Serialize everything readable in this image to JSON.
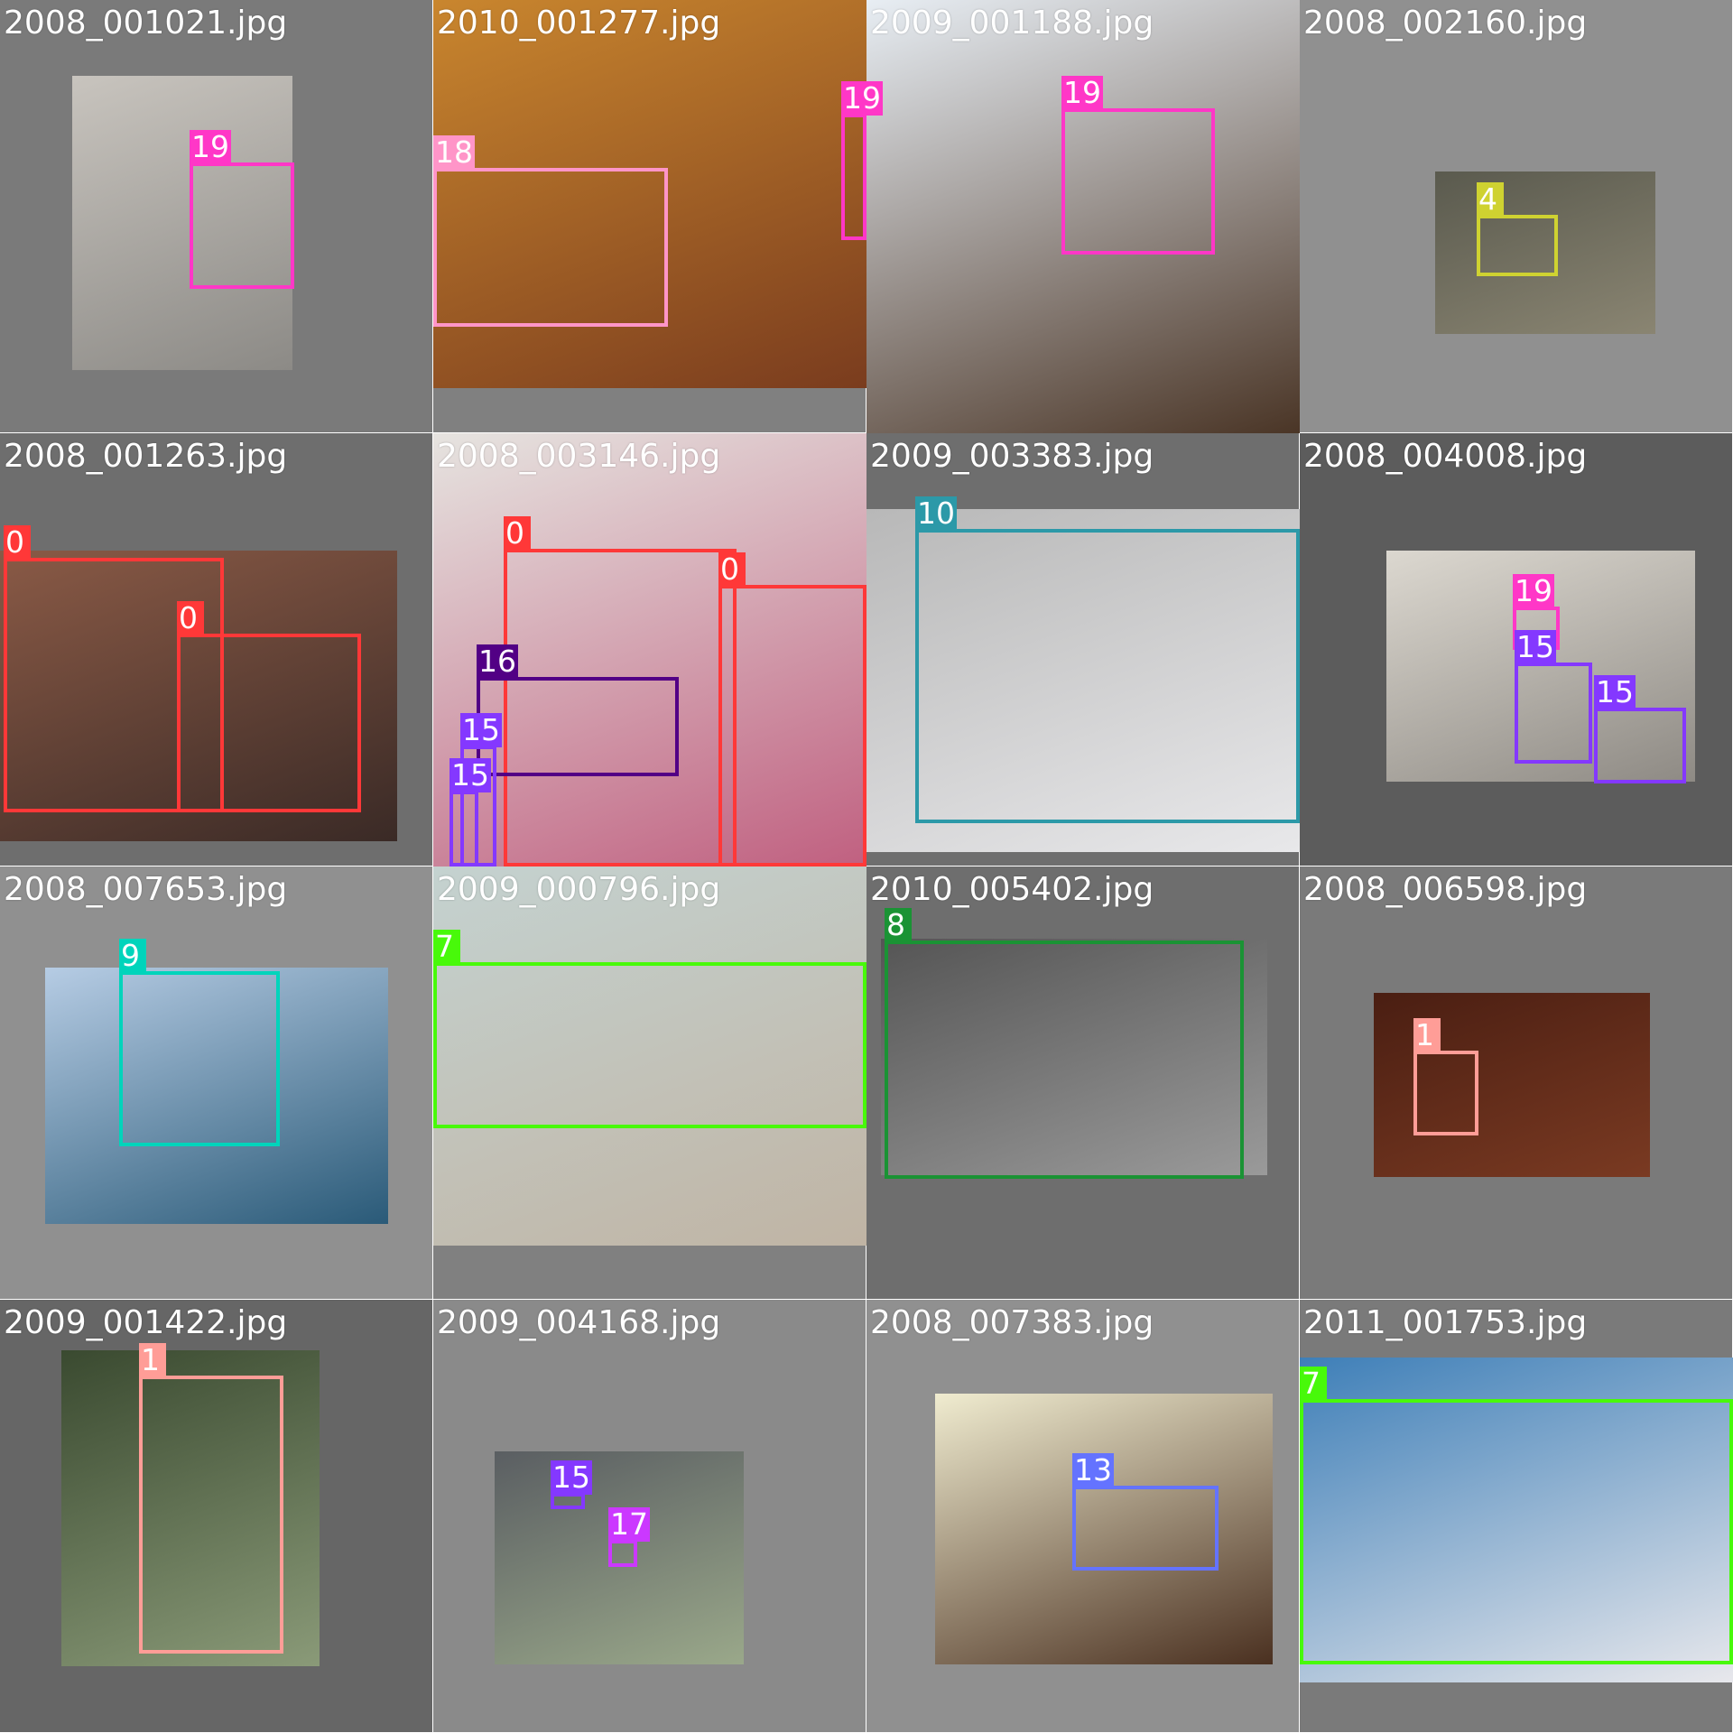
{
  "class_colors": {
    "0": "#ff3838",
    "1": "#ff9d97",
    "4": "#cfd231",
    "7": "#48f90a",
    "8": "#1a9334",
    "9": "#00d4bb",
    "10": "#2c99a8",
    "13": "#6473ff",
    "15": "#8438ff",
    "16": "#520085",
    "17": "#cb38ff",
    "18": "#ff95c8",
    "19": "#ff37c7"
  },
  "tiles": [
    {
      "filename": "2008_001021.jpg",
      "background": "#7a7a7a",
      "photo_colors": [
        "#c8c4be",
        "#8c8a86"
      ],
      "objects": [
        {
          "cls": "19",
          "label": "19"
        }
      ]
    },
    {
      "filename": "2010_001277.jpg",
      "background": "#808080",
      "photo_colors": [
        "#c9862e",
        "#7a3c1e"
      ],
      "objects": [
        {
          "cls": "18",
          "label": "18"
        },
        {
          "cls": "19",
          "label": "19"
        }
      ]
    },
    {
      "filename": "2009_001188.jpg",
      "background": "#7a7a7a",
      "photo_colors": [
        "#e8eef4",
        "#4a3526"
      ],
      "objects": [
        {
          "cls": "19",
          "label": "19"
        }
      ]
    },
    {
      "filename": "2008_002160.jpg",
      "background": "#909090",
      "photo_colors": [
        "#5a5a4e",
        "#8a8572"
      ],
      "objects": [
        {
          "cls": "4",
          "label": "4"
        }
      ]
    },
    {
      "filename": "2008_001263.jpg",
      "background": "#6e6e6e",
      "photo_colors": [
        "#8a5a46",
        "#3a2a26"
      ],
      "objects": [
        {
          "cls": "0",
          "label": "0"
        },
        {
          "cls": "0",
          "label": "0"
        }
      ]
    },
    {
      "filename": "2008_003146.jpg",
      "background": "#7a7a7a",
      "photo_colors": [
        "#e6e4e0",
        "#c06080"
      ],
      "objects": [
        {
          "cls": "0",
          "label": "0"
        },
        {
          "cls": "0",
          "label": "0"
        },
        {
          "cls": "16",
          "label": "16"
        },
        {
          "cls": "15",
          "label": "15"
        },
        {
          "cls": "15",
          "label": "15"
        }
      ]
    },
    {
      "filename": "2009_003383.jpg",
      "background": "#6e6e6e",
      "photo_colors": [
        "#b8b8b8",
        "#e8e8ea"
      ],
      "objects": [
        {
          "cls": "10",
          "label": "10"
        }
      ]
    },
    {
      "filename": "2008_004008.jpg",
      "background": "#5c5c5c",
      "photo_colors": [
        "#dcd8d0",
        "#8e8a84"
      ],
      "objects": [
        {
          "cls": "19",
          "label": "19"
        },
        {
          "cls": "15",
          "label": "15"
        },
        {
          "cls": "15",
          "label": "15"
        }
      ]
    },
    {
      "filename": "2008_007653.jpg",
      "background": "#909090",
      "photo_colors": [
        "#b6cce4",
        "#2a5a78"
      ],
      "objects": [
        {
          "cls": "9",
          "label": "9"
        }
      ]
    },
    {
      "filename": "2009_000796.jpg",
      "background": "#808080",
      "photo_colors": [
        "#c4d2d0",
        "#c0b4a4"
      ],
      "objects": [
        {
          "cls": "7",
          "label": "7"
        }
      ]
    },
    {
      "filename": "2010_005402.jpg",
      "background": "#6e6e6e",
      "photo_colors": [
        "#555555",
        "#9a9a9a"
      ],
      "objects": [
        {
          "cls": "8",
          "label": "8"
        }
      ]
    },
    {
      "filename": "2008_006598.jpg",
      "background": "#7a7a7a",
      "photo_colors": [
        "#4a1e12",
        "#7a3a22"
      ],
      "objects": [
        {
          "cls": "1",
          "label": "1"
        }
      ]
    },
    {
      "filename": "2009_001422.jpg",
      "background": "#666666",
      "photo_colors": [
        "#3a4a30",
        "#8a9a78"
      ],
      "objects": [
        {
          "cls": "1",
          "label": "1"
        }
      ]
    },
    {
      "filename": "2009_004168.jpg",
      "background": "#8a8a8a",
      "photo_colors": [
        "#5a5e62",
        "#9aa88a"
      ],
      "objects": [
        {
          "cls": "15",
          "label": "15"
        },
        {
          "cls": "17",
          "label": "17"
        }
      ]
    },
    {
      "filename": "2008_007383.jpg",
      "background": "#909090",
      "photo_colors": [
        "#f0ecd0",
        "#4a3020"
      ],
      "objects": [
        {
          "cls": "13",
          "label": "13"
        }
      ]
    },
    {
      "filename": "2011_001753.jpg",
      "background": "#7a7a7a",
      "photo_colors": [
        "#3e7fb8",
        "#e8e8ec"
      ],
      "objects": [
        {
          "cls": "7",
          "label": "7"
        }
      ]
    }
  ]
}
